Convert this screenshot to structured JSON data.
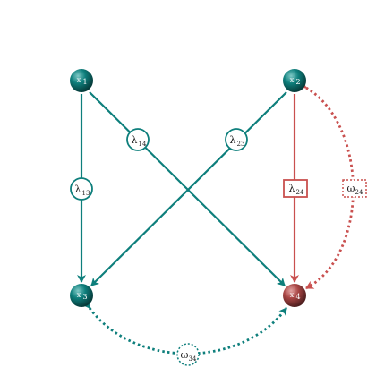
{
  "colors": {
    "teal": "#0e7f7c",
    "teal_dark": "#0a4f4d",
    "red": "#c9504f",
    "red_dark": "#7a2f2f",
    "background": "#ffffff"
  },
  "nodes": {
    "x1": {
      "name": "x",
      "sub": "1"
    },
    "x2": {
      "name": "x",
      "sub": "2"
    },
    "x3": {
      "name": "x",
      "sub": "3"
    },
    "x4": {
      "name": "x",
      "sub": "4"
    }
  },
  "edges": {
    "l13": {
      "sym": "λ",
      "sub": "13"
    },
    "l14": {
      "sym": "λ",
      "sub": "14"
    },
    "l23": {
      "sym": "λ",
      "sub": "23"
    },
    "l24": {
      "sym": "λ",
      "sub": "24"
    }
  },
  "covariances": {
    "w24": {
      "sym": "ω",
      "sub": "24"
    },
    "w34": {
      "sym": "ω",
      "sub": "34"
    }
  }
}
